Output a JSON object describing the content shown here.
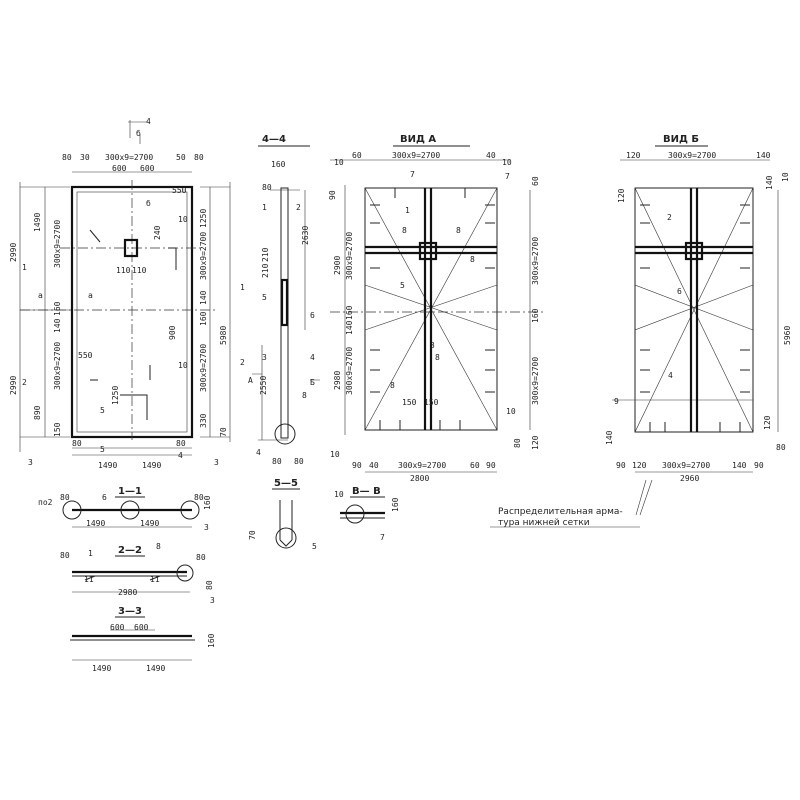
{
  "titles": {
    "section_4_4": "4—4",
    "view_a": "ВИД А",
    "view_b": "ВИД Б",
    "section_1_1": "1—1",
    "section_2_2": "2—2",
    "section_3_3": "3—3",
    "section_5_5": "5—5",
    "section_v_v": "В— В"
  },
  "note": {
    "line1": "Распределительная арма-",
    "line2": "тура нижней сетки"
  },
  "labels": [
    "80",
    "30",
    "300x9=2700",
    "50",
    "80",
    "600",
    "600",
    "2990",
    "2990",
    "1490",
    "300x9=2700",
    "160",
    "140",
    "300x9=2700",
    "890",
    "150",
    "1250",
    "300x9=2700",
    "140",
    "160",
    "300x9=2700",
    "330",
    "70",
    "5980",
    "550",
    "550",
    "240",
    "110",
    "110",
    "900",
    "1250",
    "80",
    "80",
    "1490",
    "1490",
    "1",
    "2",
    "3",
    "1",
    "2",
    "3",
    "4",
    "5",
    "5",
    "4",
    "б",
    "б",
    "а",
    "а",
    "10",
    "10",
    "160",
    "80",
    "2630",
    "210",
    "210",
    "2550",
    "1",
    "2",
    "5",
    "6",
    "3",
    "4",
    "4",
    "А",
    "Б",
    "8",
    "80",
    "80",
    "60",
    "300x9=2700",
    "40",
    "10",
    "10",
    "7",
    "7",
    "90",
    "2900",
    "300x9=2700",
    "8",
    "8",
    "8",
    "8",
    "8",
    "1",
    "5",
    "3",
    "160",
    "140",
    "2980",
    "300x9=2700",
    "150",
    "150",
    "10",
    "10",
    "90",
    "40",
    "300x9=2700",
    "60",
    "90",
    "2800",
    "60",
    "300x9=2700",
    "160",
    "300x9=2700",
    "80",
    "120",
    "120",
    "300x9=2700",
    "140",
    "120",
    "140",
    "10",
    "2",
    "6",
    "4",
    "9",
    "5960",
    "140",
    "120",
    "80",
    "90",
    "120",
    "300x9=2700",
    "140",
    "90",
    "2960",
    "по2",
    "6",
    "1490",
    "1490",
    "80",
    "80",
    "160",
    "3",
    "1",
    "8",
    "80",
    "80",
    "11",
    "11",
    "80",
    "2980",
    "3",
    "600",
    "600",
    "160",
    "1490",
    "1490",
    "70",
    "5",
    "10",
    "160",
    "7"
  ]
}
